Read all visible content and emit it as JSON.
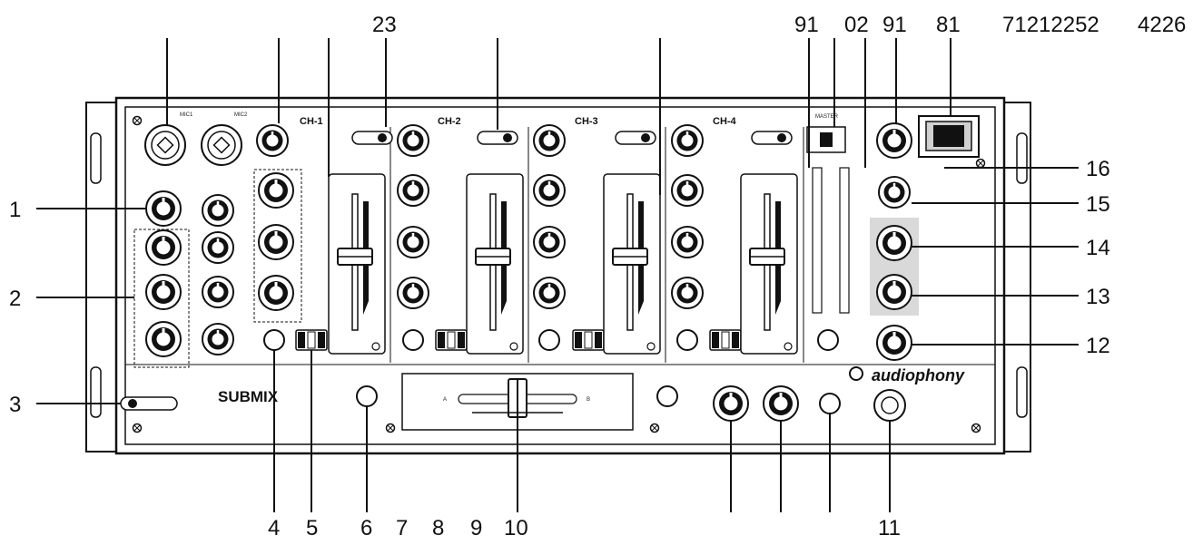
{
  "callouts": {
    "top": [
      "23",
      "91",
      "02",
      "91",
      "81",
      "71212252",
      "4226"
    ],
    "left": [
      "1",
      "2",
      "3"
    ],
    "right": [
      "16",
      "15",
      "14",
      "13",
      "12"
    ],
    "bottom": [
      "4",
      "5",
      "6",
      "7",
      "8",
      "9",
      "10",
      "11"
    ]
  },
  "panel": {
    "channels": [
      "CH-1",
      "CH-2",
      "CH-3",
      "CH-4"
    ],
    "mic_labels": [
      "MIC1",
      "MIC2"
    ],
    "master_label": "MASTER",
    "brand_logo": "audiophony",
    "model_logo": "SUBMIX",
    "crossfader_a": "A",
    "crossfader_b": "B"
  },
  "colors": {
    "line": "#111111",
    "panel_fill": "#ffffff",
    "shade": "#d9d9d9"
  }
}
